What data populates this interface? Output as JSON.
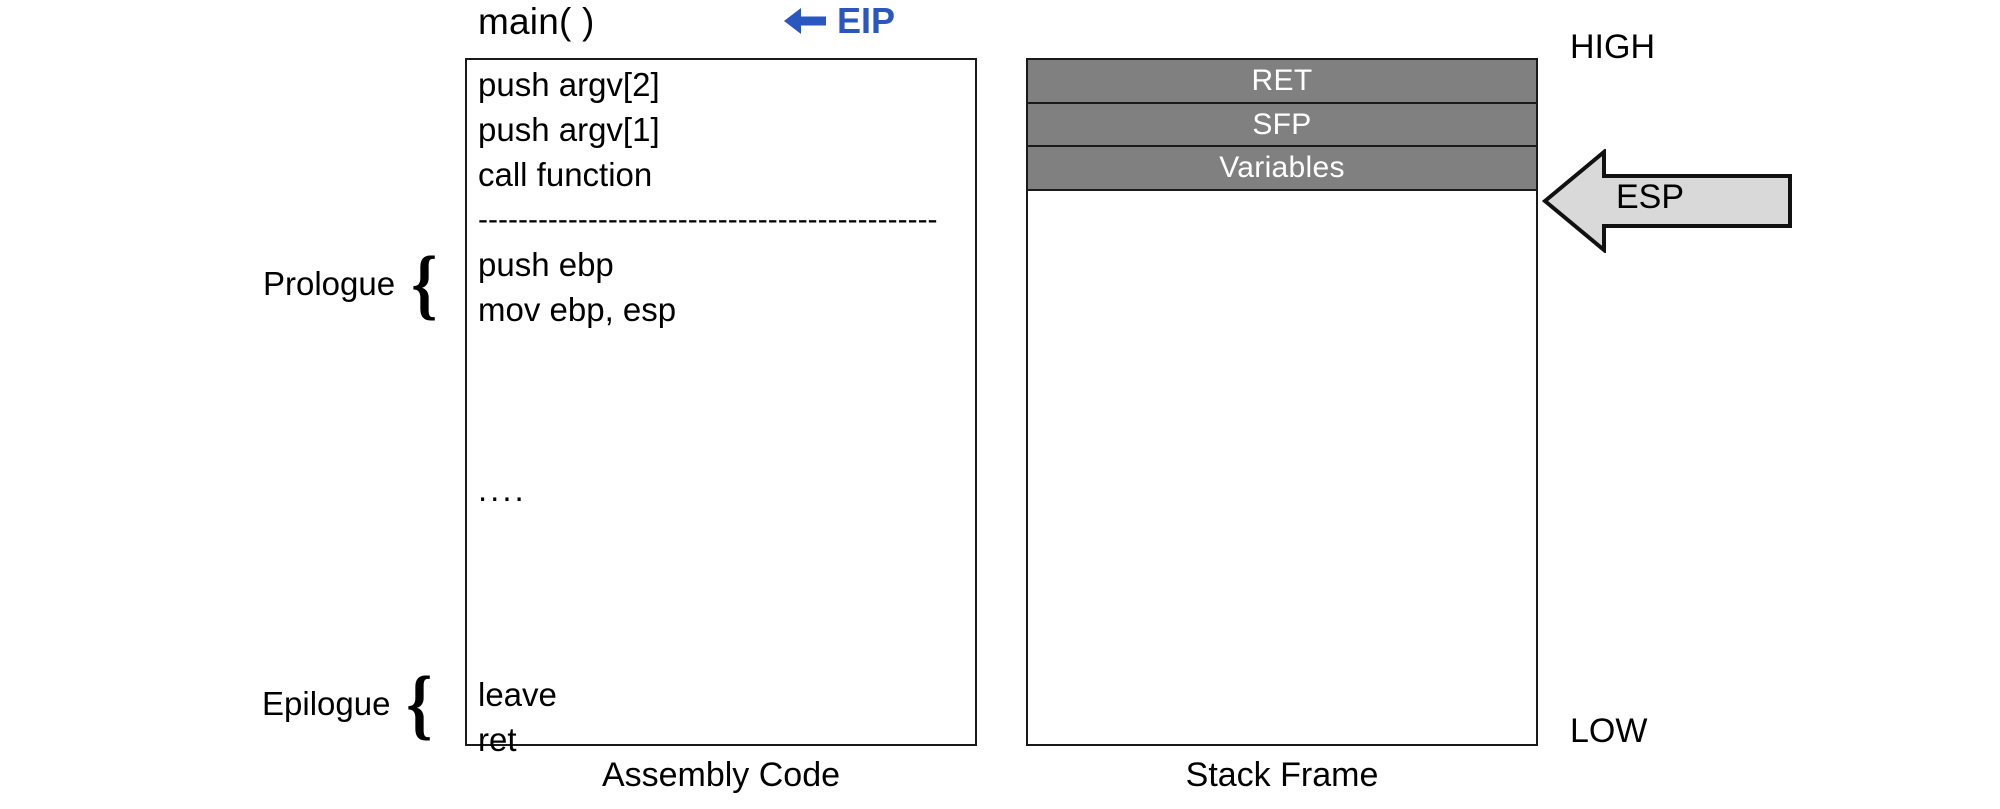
{
  "diagram": {
    "title_label": "main( )",
    "pointer": {
      "label": "EIP",
      "icon": "left-arrow-icon",
      "color": "#2A56C0"
    },
    "assembly": {
      "caption": "Assembly Code",
      "lines": [
        "push argv[2]",
        "push argv[1]",
        "call function",
        "----------------------------------------------",
        "push ebp",
        "mov ebp, esp",
        "....",
        "leave",
        "ret"
      ],
      "separator": "----------------------------------------------",
      "ellipsis": "....",
      "annotations": [
        {
          "label": "Prologue",
          "brace": "{"
        },
        {
          "label": "Epilogue",
          "brace": "{"
        }
      ]
    },
    "stack": {
      "caption": "Stack Frame",
      "cells": [
        {
          "label": "RET"
        },
        {
          "label": "SFP"
        },
        {
          "label": "Variables"
        }
      ],
      "cell_fill": "#808080",
      "cell_text_color": "#FFFFFF",
      "pointer": {
        "label": "ESP",
        "icon": "left-block-arrow-icon",
        "fill": "#D9D9D9"
      },
      "address_high": "HIGH",
      "address_low": "LOW"
    }
  }
}
